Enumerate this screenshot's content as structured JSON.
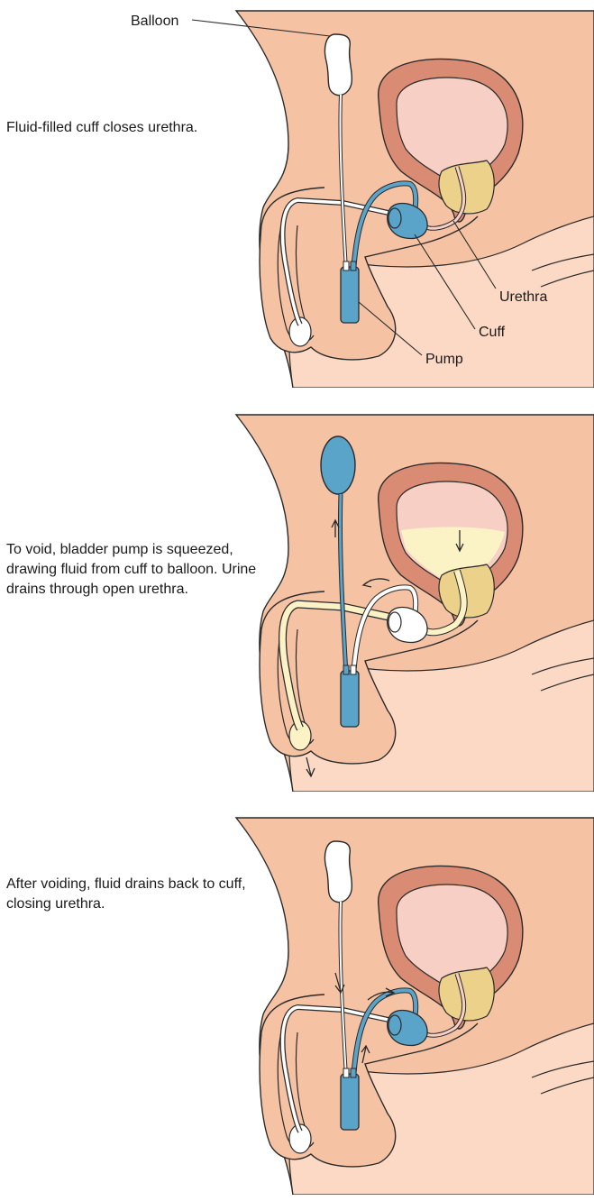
{
  "colors": {
    "skin": "#f6c2a4",
    "skin_light": "#fbd9c4",
    "outline": "#2a2a2a",
    "bladder_wall": "#d98b74",
    "bladder_inner": "#f8cfc4",
    "prostate": "#ecd18a",
    "device_blue": "#5aa3c9",
    "urine": "#fbf3c6",
    "white": "#ffffff"
  },
  "panels": [
    {
      "caption": "Fluid-filled cuff closes urethra.",
      "labels": {
        "balloon": "Balloon",
        "urethra": "Urethra",
        "cuff": "Cuff",
        "pump": "Pump"
      }
    },
    {
      "caption": "To void, bladder pump is squeezed, drawing fluid from cuff to balloon. Urine drains through open urethra."
    },
    {
      "caption": "After voiding, fluid drains back to cuff, closing urethra."
    }
  ]
}
